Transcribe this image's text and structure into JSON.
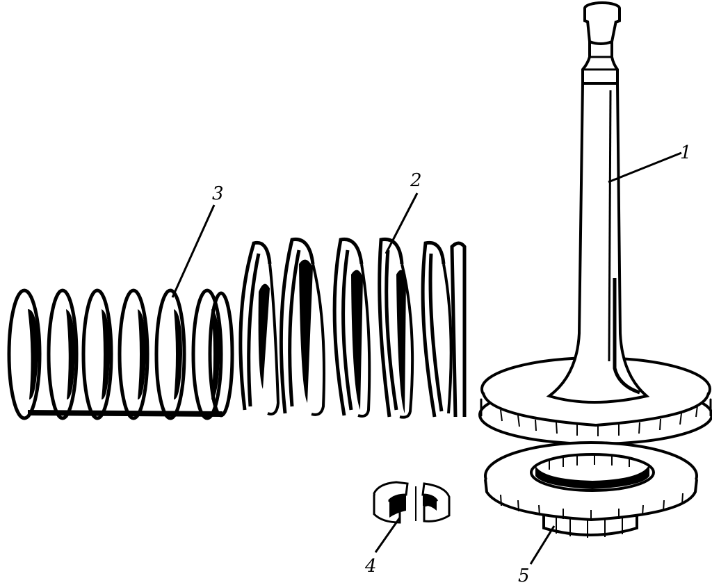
{
  "diagram": {
    "callouts": [
      {
        "id": "valve",
        "label": "1"
      },
      {
        "id": "outer-spring",
        "label": "2"
      },
      {
        "id": "inner-spring",
        "label": "3"
      },
      {
        "id": "split-collet",
        "label": "4"
      },
      {
        "id": "spring-washer",
        "label": "5"
      }
    ]
  }
}
